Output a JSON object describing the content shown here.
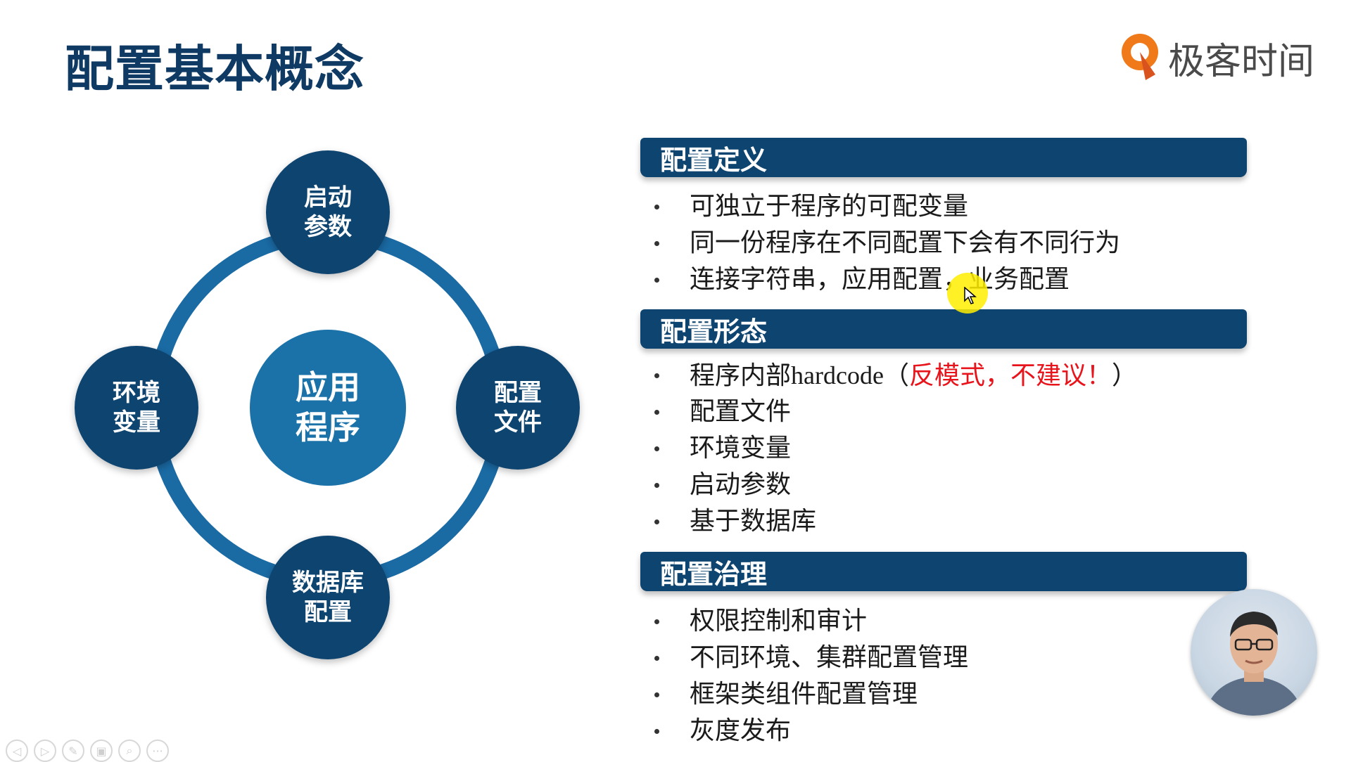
{
  "slide": {
    "title": "配置基本概念",
    "logo_text": "极客时间",
    "colors": {
      "dark_blue": "#0e4470",
      "mid_blue": "#1b72a9",
      "warning_red": "#e8141b"
    }
  },
  "diagram": {
    "center": "应用\n程序",
    "nodes": {
      "top": "启动\n参数",
      "right": "配置\n文件",
      "bottom": "数据库\n配置",
      "left": "环境\n变量"
    }
  },
  "sections": {
    "definition": {
      "header": "配置定义",
      "items": [
        "可独立于程序的可配变量",
        "同一份程序在不同配置下会有不同行为",
        "连接字符串，应用配置，业务配置"
      ]
    },
    "forms": {
      "header": "配置形态",
      "item0_prefix": "程序内部",
      "item0_code": "hardcode",
      "item0_paren_open": "（",
      "item0_warning": "反模式，不建议！",
      "item0_paren_close": "）",
      "items": [
        "配置文件",
        "环境变量",
        "启动参数",
        "基于数据库"
      ]
    },
    "governance": {
      "header": "配置治理",
      "items": [
        "权限控制和审计",
        "不同环境、集群配置管理",
        "框架类组件配置管理",
        "灰度发布"
      ]
    }
  },
  "toolbar": {
    "icons": [
      "prev-icon",
      "next-icon",
      "pen-icon",
      "slides-icon",
      "zoom-icon",
      "more-icon"
    ],
    "glyphs": [
      "◁",
      "▷",
      "✎",
      "▣",
      "⌕",
      "···"
    ]
  }
}
